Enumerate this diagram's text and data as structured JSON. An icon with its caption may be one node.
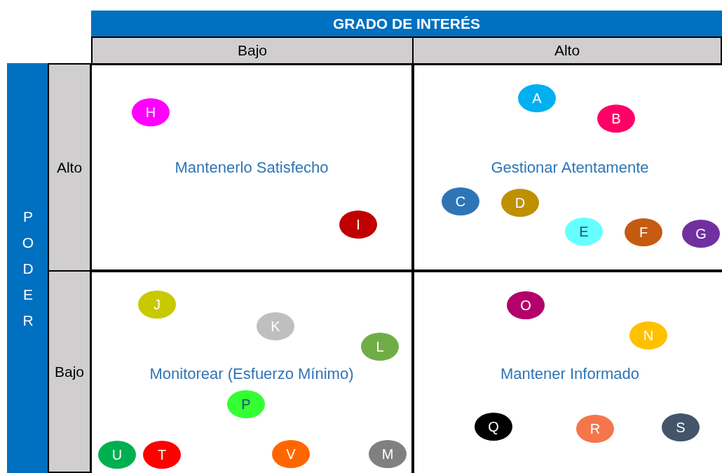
{
  "diagram": {
    "nodes": [
      {
        "text": [
          "GRADO DE INTERÉS"
        ]
      },
      {
        "text": [
          "Bajo"
        ]
      },
      {
        "text": [
          "Alto"
        ]
      },
      {
        "text": [
          "PODER"
        ]
      },
      {
        "text": [
          "Alto"
        ]
      },
      {
        "text": [
          "Mantenerlo Satisfecho"
        ]
      },
      {
        "text": [
          "H"
        ],
        "in": 5
      },
      {
        "text": [
          "I"
        ],
        "in": 5
      },
      {
        "text": [
          "Gestionar Atentamente"
        ]
      },
      {
        "text": [
          "A"
        ],
        "in": 8
      },
      {
        "text": [
          "B"
        ],
        "in": 8
      },
      {
        "text": [
          "C"
        ],
        "in": 8
      },
      {
        "text": [
          "D"
        ],
        "in": 8
      },
      {
        "text": [
          "E"
        ],
        "in": 8
      },
      {
        "text": [
          "F"
        ],
        "in": 8
      },
      {
        "text": [
          "G"
        ],
        "in": 8
      },
      {
        "text": [
          "Bajo"
        ]
      },
      {
        "text": [
          "Monitorear (Esfuerzo Mínimo)"
        ]
      },
      {
        "text": [
          "J"
        ],
        "in": 17
      },
      {
        "text": [
          "K"
        ],
        "in": 17
      },
      {
        "text": [
          "L"
        ],
        "in": 17
      },
      {
        "text": [
          "P"
        ],
        "in": 17
      },
      {
        "text": [
          "U"
        ],
        "in": 17
      },
      {
        "text": [
          "T"
        ],
        "in": 17
      },
      {
        "text": [
          "V"
        ],
        "in": 17
      },
      {
        "text": [
          "M"
        ],
        "in": 17
      },
      {
        "text": [
          "Mantener Informado"
        ]
      },
      {
        "text": [
          "O"
        ],
        "in": 26
      },
      {
        "text": [
          "N"
        ],
        "in": 26
      },
      {
        "text": [
          "Q"
        ],
        "in": 26
      },
      {
        "text": [
          "R"
        ],
        "in": 26
      },
      {
        "text": [
          "S"
        ],
        "in": 26
      }
    ]
  }
}
